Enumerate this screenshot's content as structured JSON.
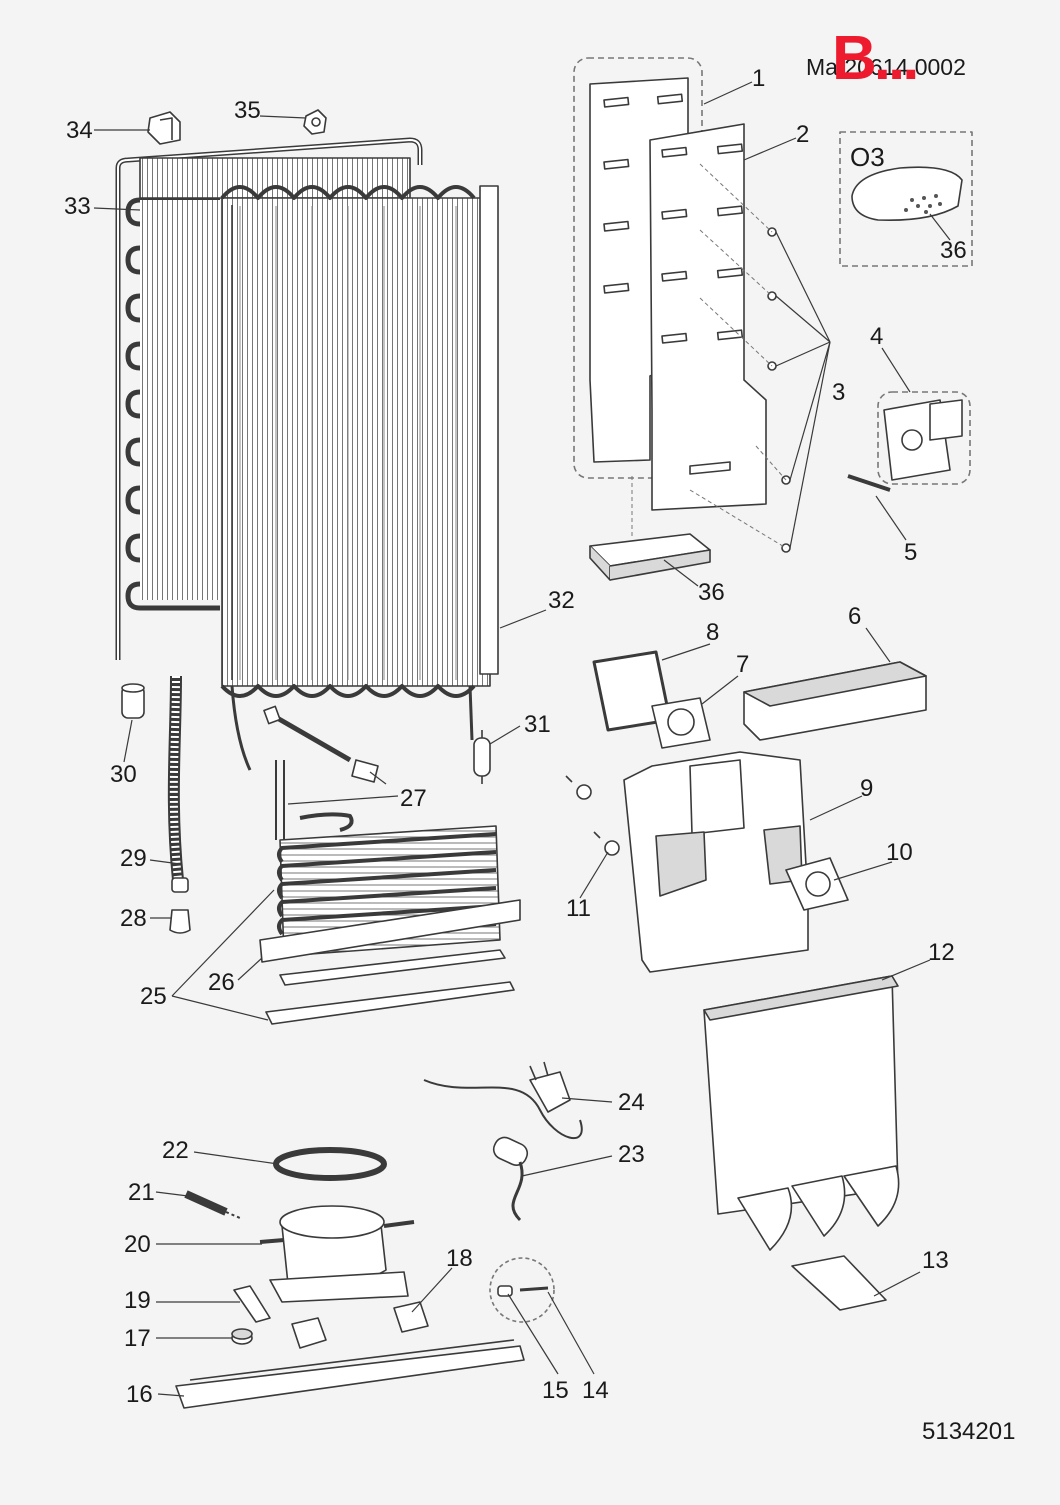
{
  "header": {
    "model_text": "Ma 20614.0002",
    "brand_mark": "B..."
  },
  "footer": {
    "doc_number": "5134201"
  },
  "variant": {
    "label": "O3"
  },
  "part_labels": [
    "1",
    "2",
    "3",
    "4",
    "5",
    "6",
    "7",
    "8",
    "9",
    "10",
    "11",
    "12",
    "13",
    "14",
    "15",
    "16",
    "17",
    "18",
    "19",
    "20",
    "21",
    "22",
    "23",
    "24",
    "25",
    "26",
    "27",
    "28",
    "29",
    "30",
    "31",
    "32",
    "33",
    "34",
    "35",
    "36",
    "36"
  ],
  "colors": {
    "line": "#3a3a3a",
    "fill": "#ffffff",
    "shade": "#d9d9d9",
    "background": "#f4f4f4",
    "brand": "#ee1b2e"
  }
}
